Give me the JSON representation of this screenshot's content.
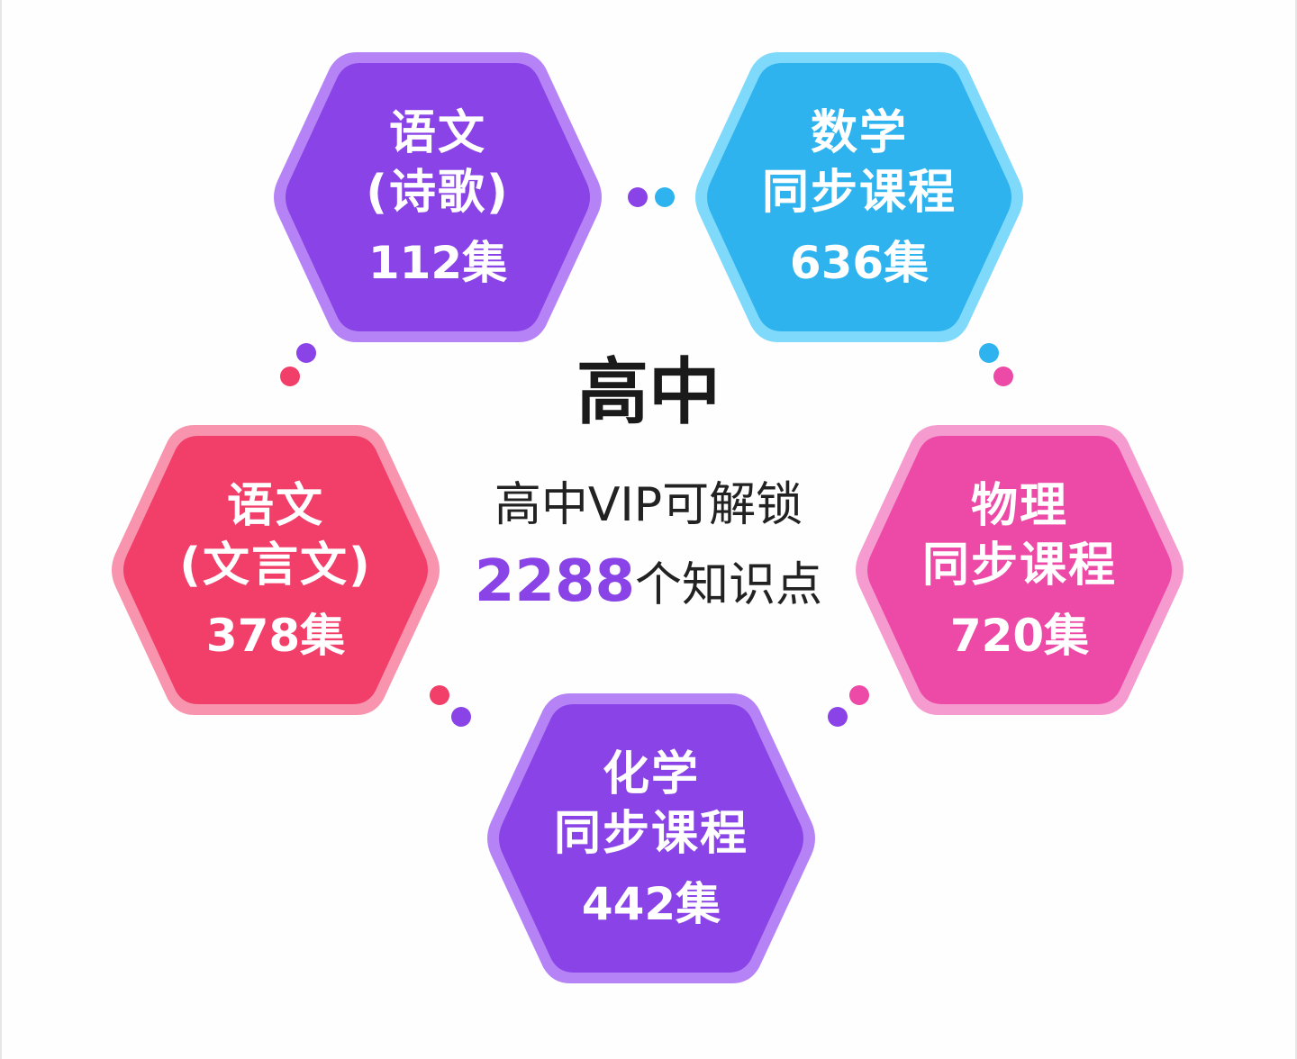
{
  "center": {
    "title": "高中",
    "subtitle": "高中VIP可解锁",
    "total": "2288",
    "total_suffix": "个知识点"
  },
  "nodes": [
    {
      "id": "chinese-poetry",
      "line1": "语文",
      "line2": "(诗歌)",
      "count": "112集",
      "fill": "#8a43e6",
      "border": "#b683f6"
    },
    {
      "id": "math",
      "line1": "数学",
      "line2": "同步课程",
      "count": "636集",
      "fill": "#2fb3ef",
      "border": "#7fd9fb"
    },
    {
      "id": "chinese-classical",
      "line1": "语文",
      "line2": "(文言文)",
      "count": "378集",
      "fill": "#f23f6a",
      "border": "#f894ad"
    },
    {
      "id": "physics",
      "line1": "物理",
      "line2": "同步课程",
      "count": "720集",
      "fill": "#ec4aa6",
      "border": "#f69bcf"
    },
    {
      "id": "chemistry",
      "line1": "化学",
      "line2": "同步课程",
      "count": "442集",
      "fill": "#8a43e6",
      "border": "#b683f6"
    }
  ],
  "colors": {
    "purple": "#8a43e6",
    "blue": "#2fb3ef",
    "red": "#f23f6a",
    "pink": "#ec4aa6"
  }
}
